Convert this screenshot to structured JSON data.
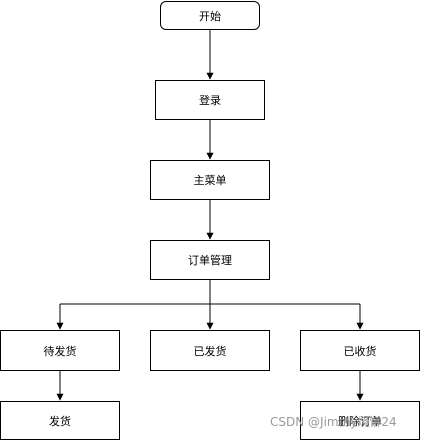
{
  "nodes": {
    "start": "开始",
    "login": "登录",
    "main_menu": "主菜单",
    "order_mgmt": "订单管理",
    "pending": "待发货",
    "shipped": "已发货",
    "received": "已收货",
    "ship": "发货",
    "delete_order": "删除订单"
  },
  "watermark": "CSDN @Jimmy烧饼24"
}
